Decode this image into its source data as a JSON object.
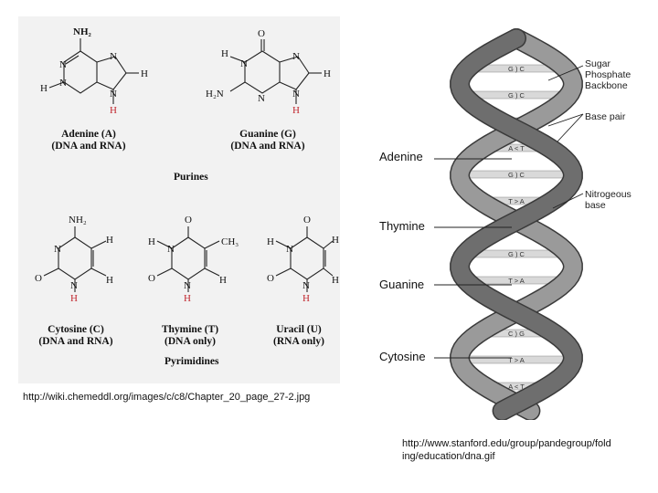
{
  "purines": {
    "group_label": "Purines",
    "adenine": {
      "name": "Adenine (A)",
      "sub": "(DNA and RNA)"
    },
    "guanine": {
      "name": "Guanine (G)",
      "sub": "(DNA and RNA)"
    }
  },
  "pyrimidines": {
    "group_label": "Pyrimidines",
    "cytosine": {
      "name": "Cytosine (C)",
      "sub": "(DNA and RNA)"
    },
    "thymine": {
      "name": "Thymine (T)",
      "sub": "(DNA only)"
    },
    "uracil": {
      "name": "Uracil (U)",
      "sub": "(RNA only)"
    }
  },
  "atoms": {
    "nh2": "NH₂",
    "nh2_small": "NH₂",
    "h2n": "H₂N",
    "n": "N",
    "h": "H",
    "o": "O",
    "ch3": "CH₃"
  },
  "helix_labels": {
    "adenine": "Adenine",
    "thymine": "Thymine",
    "guanine": "Guanine",
    "cytosine": "Cytosine",
    "sugar_phosphate": [
      "Sugar",
      "Phosphate",
      "Backbone"
    ],
    "base_pair": "Base pair",
    "nitrogeous_base": [
      "Nitrogeous",
      "base"
    ]
  },
  "pairs": [
    "G ) C",
    "G ) C",
    "T < A",
    "A < T",
    "G ) C",
    "T > A",
    "A <",
    "G ) C",
    "T > A",
    "A <",
    "C ) G",
    "T > A",
    "A < T"
  ],
  "sources": {
    "left": "http://wiki.chemeddl.org/images/c/c8/Chapter_20_page_27-2.jpg",
    "right_line1": "http://www.stanford.edu/group/pandegroup/fold",
    "right_line2": "ing/education/dna.gif"
  },
  "colors": {
    "helix_dark": "#6e6e6e",
    "helix_mid": "#9a9a9a",
    "rung": "#d9d9d9",
    "panel": "#f2f2f2",
    "h_red": "#c0262d"
  }
}
